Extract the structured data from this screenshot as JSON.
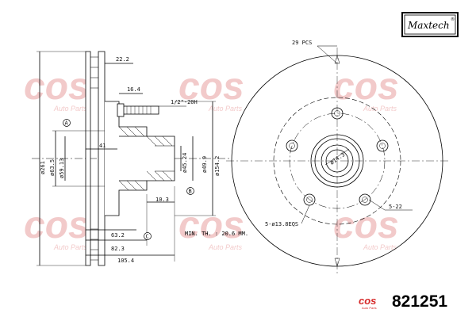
{
  "brand": {
    "maxtech": "Maxtech",
    "registered": "®",
    "watermark_text": "cos",
    "watermark_sub": "Auto Parts",
    "logo": "cos",
    "logo_tag": "Auto Parts"
  },
  "part_number": "821251",
  "side_view": {
    "dims": {
      "d_22_2": "22.2",
      "d_16_4": "16.4",
      "thread": "1/2\"-20H",
      "d_41": "41",
      "d_10_3": "10.3",
      "d_63_2": "63.2",
      "d_82_3": "82.3",
      "d_105_4": "105.4",
      "dia_261": "ø261",
      "dia_63_5": "ø63.5",
      "dia_59_13": "ø59.13",
      "dia_45_24": "ø45.24",
      "dia_49_9": "ø49.9",
      "dia_154_2": "ø154.2"
    },
    "datums": {
      "a": "A",
      "b": "B",
      "c": "C"
    },
    "min_thickness": "MIN. TH. : 20.6 MM."
  },
  "front_view": {
    "pcs": "29 PCS",
    "bolt_holes": "5-ø13.8EQS",
    "slots": "5-22",
    "center_dia": "ø14.3"
  }
}
